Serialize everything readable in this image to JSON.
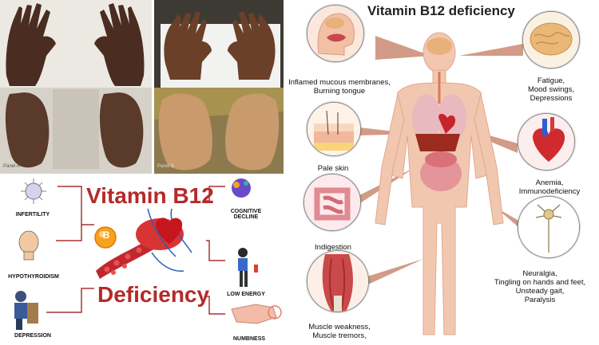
{
  "photos": {
    "panel_a_label": "Panel A",
    "panel_b_label": "Panel B"
  },
  "infographic": {
    "title_top": "Vitamin B12",
    "title_bottom": "Deficiency",
    "b12_badge": "B",
    "labels": {
      "infertility": "INFERTILITY",
      "hypothyroidism": "HYPOTHYROIDISM",
      "depression": "DEPRESSION",
      "cognitive_decline": "COGNITIVE\nDECLINE",
      "low_energy": "LOW ENERGY",
      "numbness": "NUMBNESS"
    },
    "colors": {
      "title": "#b52a2a",
      "connector": "#a33"
    }
  },
  "anatomy": {
    "title": "Vitamin B12 deficiency",
    "labels": {
      "mouth": "Inflamed mucous membranes,\nBurning tongue",
      "skin": "Pale skin",
      "intestine": "Indigestion",
      "muscle": "Muscle weakness,\nMuscle tremors,",
      "brain": "Fatigue,\nMood swings,\nDepressions",
      "heart": "Anemia,\nImmunodeficiency",
      "nerve": "Neuralgia,\nTingling on hands and feet,\nUnsteady gait,\nParalysis"
    },
    "colors": {
      "body": "#f2c7b0",
      "ray": "#c98a72"
    }
  }
}
